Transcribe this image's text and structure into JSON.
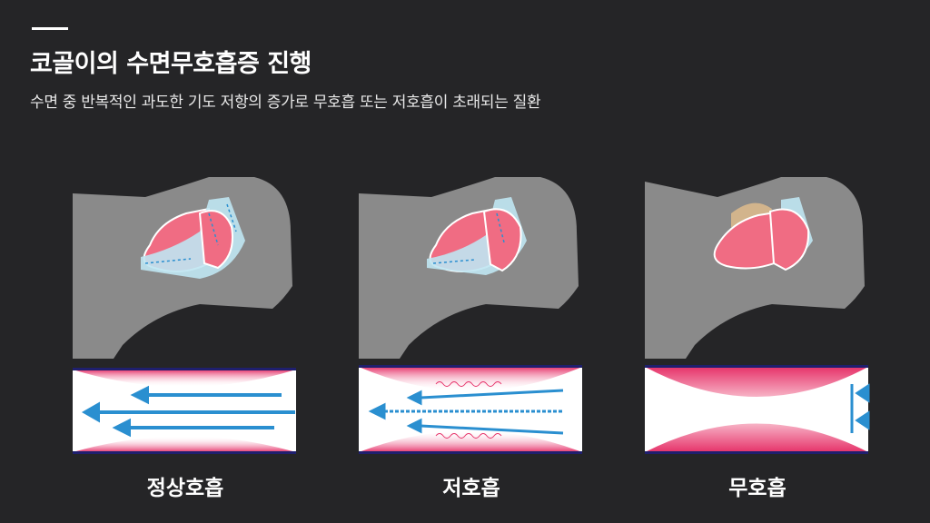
{
  "header": {
    "title": "코골이의 수면무호흡증 진행",
    "subtitle": "수면 중 반복적인 과도한 기도 저항의 증가로 무호흡 또는 저호흡이 초래되는 질환"
  },
  "stages": [
    {
      "label": "정상호흡",
      "airway": "open"
    },
    {
      "label": "저호흡",
      "airway": "narrowed"
    },
    {
      "label": "무호흡",
      "airway": "closed"
    }
  ],
  "colors": {
    "background": "#252527",
    "head": "#8a8a8a",
    "tissue": "#f06c83",
    "airflow": "#2a8fd0",
    "wall": "#1f1f6e"
  }
}
